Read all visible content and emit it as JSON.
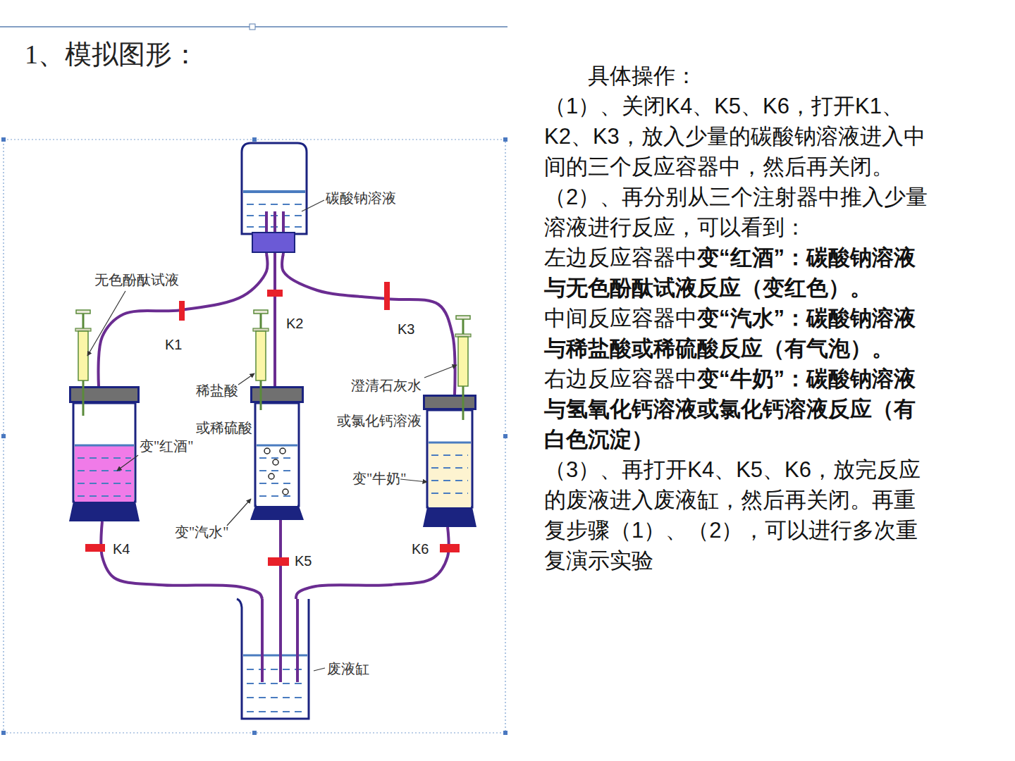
{
  "diagram": {
    "title": "1、模拟图形：",
    "nodes": [
      {
        "text": [
          "碳酸钠溶液"
        ]
      },
      {
        "text": [
          "变\"红酒\""
        ]
      },
      {
        "text": [
          "变\"汽水\""
        ]
      },
      {
        "text": [
          "变\"牛奶\""
        ]
      },
      {
        "text": [
          "废液缸"
        ]
      }
    ],
    "edges": [
      {
        "from": 0,
        "to": 1,
        "label": "K1",
        "arrow": "none"
      },
      {
        "from": 0,
        "to": 2,
        "label": "K2",
        "arrow": "none"
      },
      {
        "from": 0,
        "to": 3,
        "label": "K3",
        "arrow": "none"
      },
      {
        "from": 1,
        "to": 4,
        "label": "K4",
        "arrow": "none"
      },
      {
        "from": 2,
        "to": 4,
        "label": "K5",
        "arrow": "none"
      },
      {
        "from": 3,
        "to": 4,
        "label": "K6",
        "arrow": "none"
      }
    ],
    "labels": [
      "无色酚酞试液",
      "稀盐酸 或稀硫酸",
      "澄清石灰水 或氯化钙溶液",
      "具体操作：",
      "（1）、关闭K4、K5、K6，打开K1、K2、K3，放入少量的碳酸钠溶液进入中间的三个反应容器中，然后再关闭。",
      "（2）、再分别从三个注射器中推入少量溶液进行反应，可以看到：",
      "左边反应容器中",
      "变“红酒”：碳酸钠溶液与无色酚酞试液反应（变红色）。",
      "中间反应容器中",
      "变“汽水”：碳酸钠溶液与稀盐酸或稀硫酸反应（有气泡）。",
      "右边反应容器中",
      "变“牛奶”：碳酸钠溶液与氢氧化钙溶液或氯化钙溶液反应（有白色沉淀）",
      "（3）、再打开K4、K5、K6，放完反应的废液进入废液缸，然后再关闭。再重复步骤（1）、（2），可以进行多次重复演示实验"
    ]
  }
}
